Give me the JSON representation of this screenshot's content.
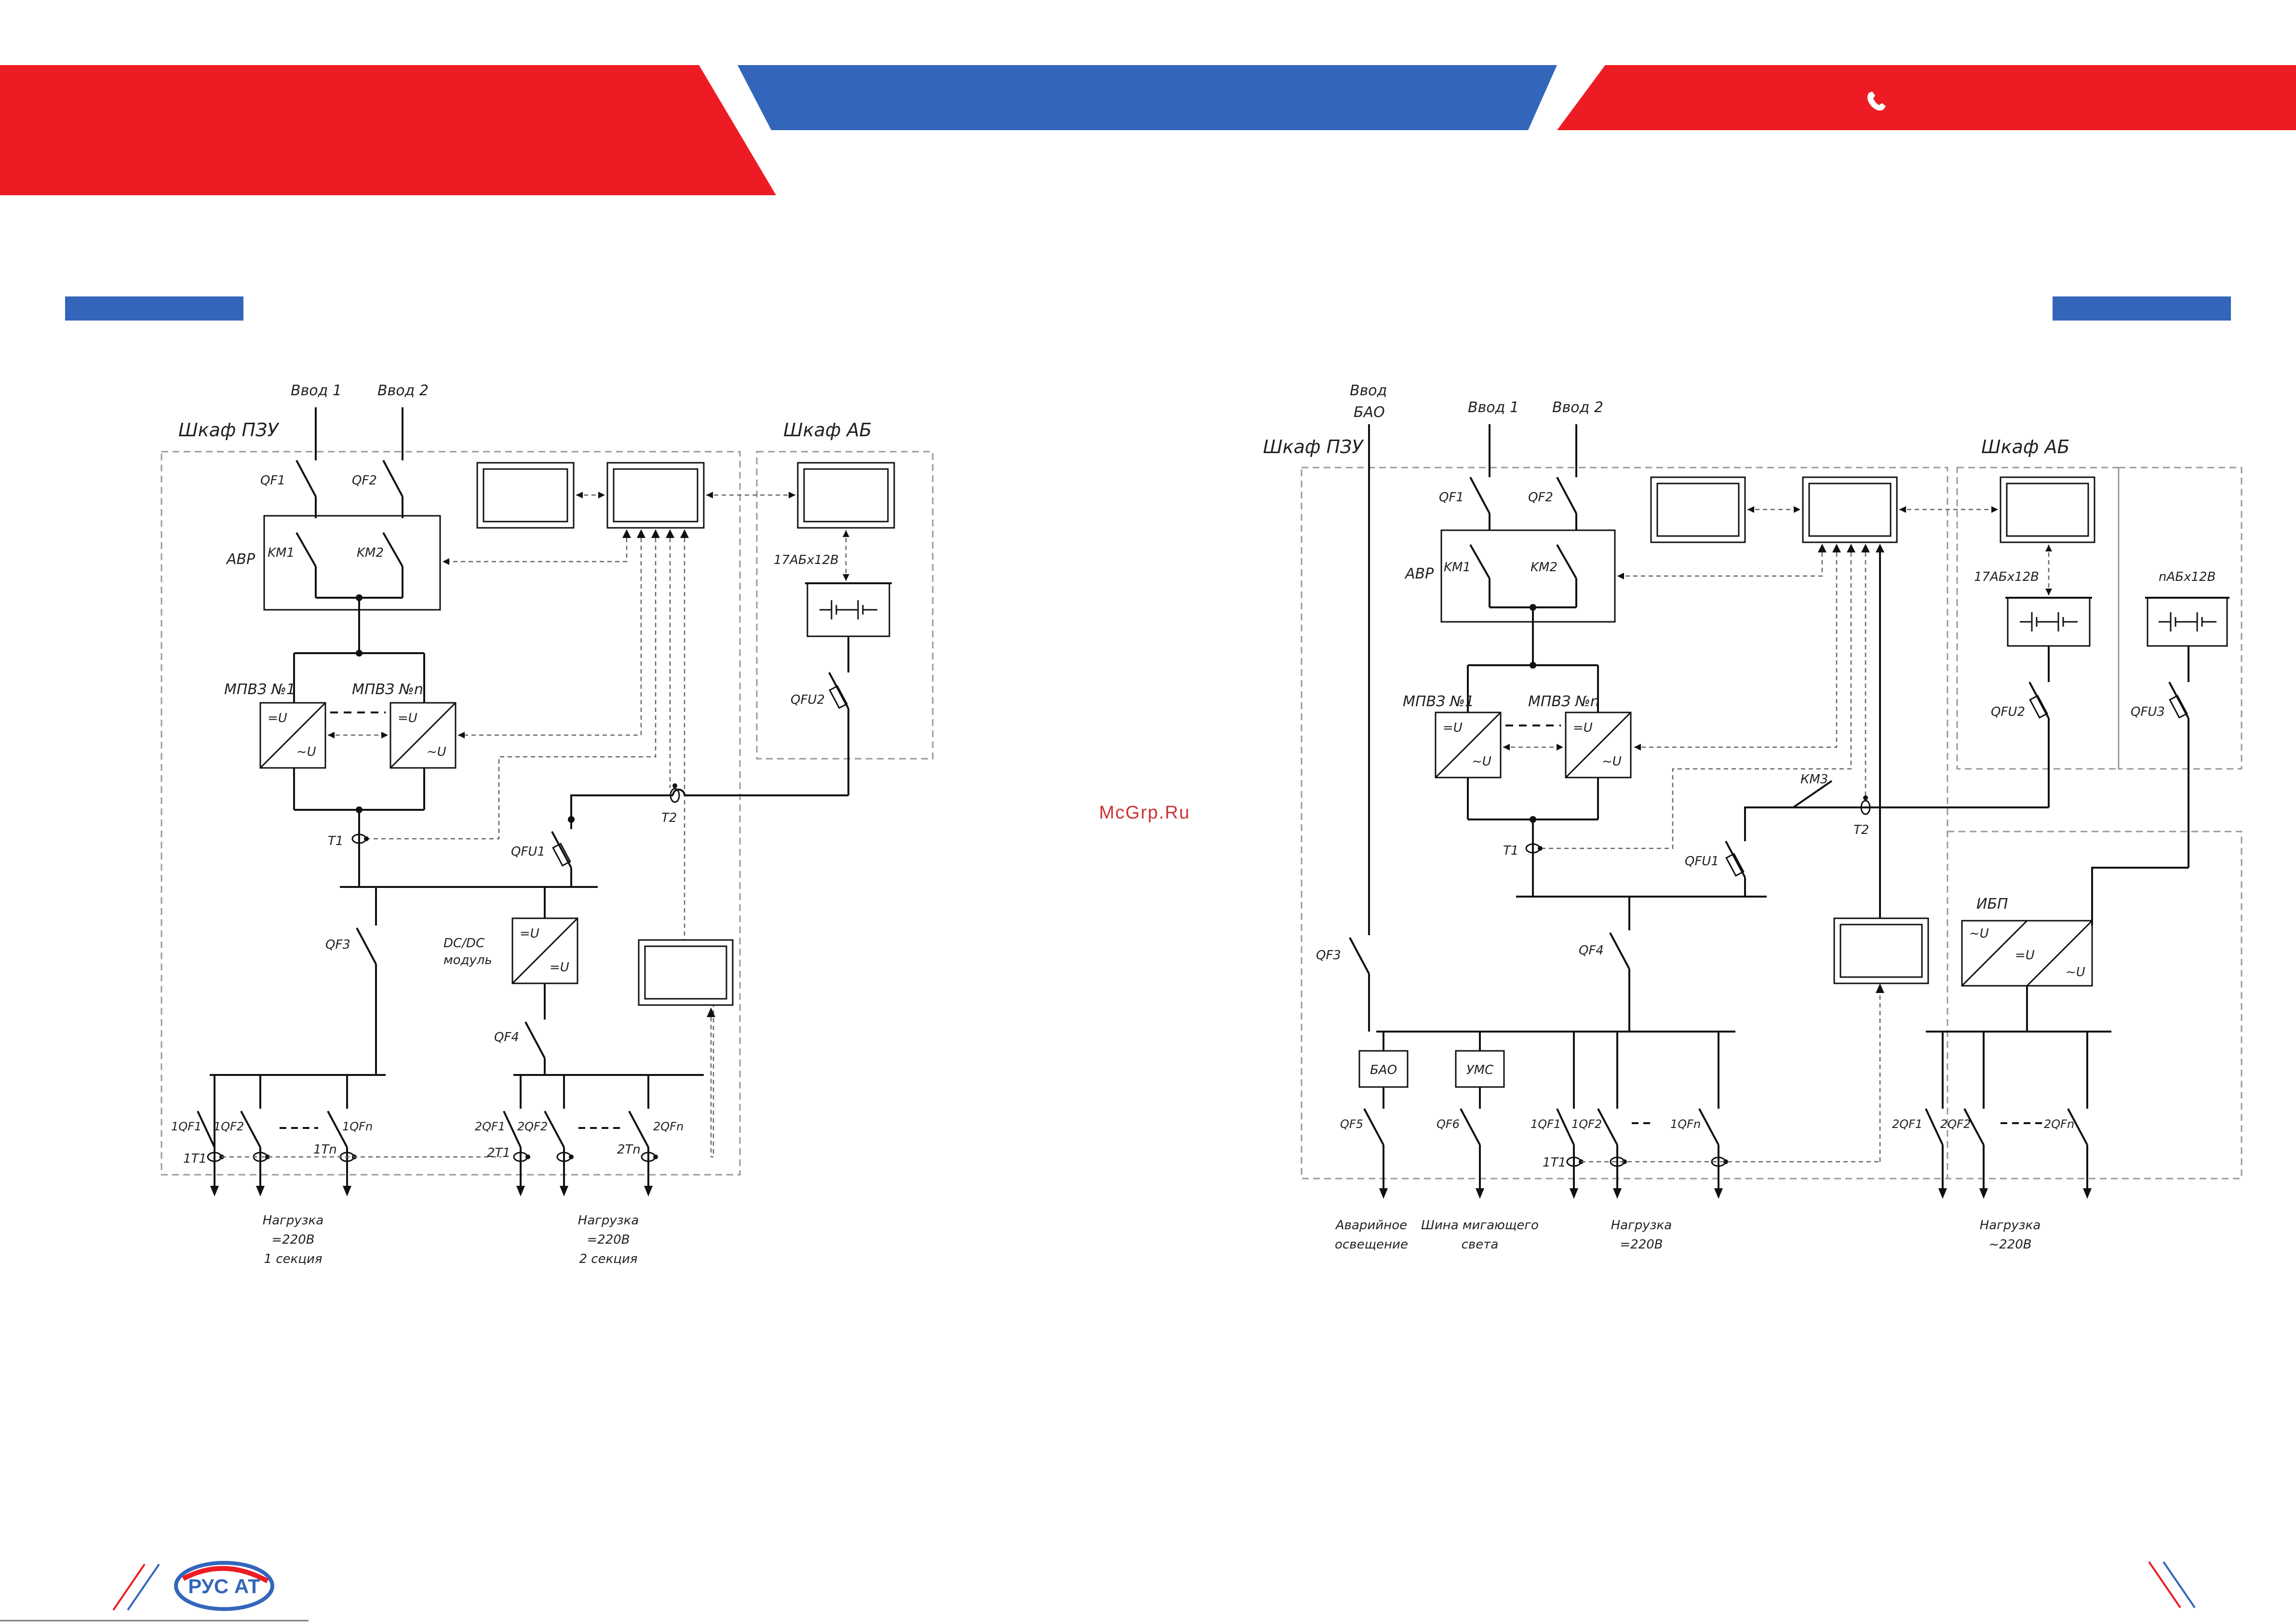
{
  "watermark": "McGrp.Ru",
  "logo": {
    "text": "РУС АТ"
  },
  "colors": {
    "red": "#ed1c24",
    "blue": "#3366bb"
  },
  "icons": {
    "header_phone": "phone-icon"
  },
  "left": {
    "cabinet_pzu": "Шкаф ПЗУ",
    "cabinet_ab": "Шкаф АБ",
    "input1": "Ввод 1",
    "input2": "Ввод 2",
    "qf1": "QF1",
    "qf2": "QF2",
    "avr": "АВР",
    "km1": "KM1",
    "km2": "KM2",
    "mpvz1": "МПВЗ №1",
    "mpvzn": "МПВЗ №n",
    "conv_in": "=U",
    "conv_out": "~U",
    "t1": "T1",
    "t2": "T2",
    "qfu1": "QFU1",
    "qfu2": "QFU2",
    "battery": "17АБх12В",
    "qf3": "QF3",
    "dcdc1": "DC/DC",
    "dcdc2": "модуль",
    "dc_in": "=U",
    "dc_out": "=U",
    "qf4": "QF4",
    "b1": [
      "1QF1",
      "1QF2",
      "1QFn"
    ],
    "t1row": [
      "1T1",
      "1Tn"
    ],
    "b2": [
      "2QF1",
      "2QF2",
      "2QFn"
    ],
    "t2row": [
      "2T1",
      "2Tn"
    ],
    "load1": [
      "Нагрузка",
      "=220В",
      "1 секция"
    ],
    "load2": [
      "Нагрузка",
      "=220В",
      "2 секция"
    ]
  },
  "right": {
    "cabinet_pzu": "Шкаф ПЗУ",
    "cabinet_ab": "Шкаф АБ",
    "input_bao": [
      "Ввод",
      "БАО"
    ],
    "input1": "Ввод 1",
    "input2": "Ввод 2",
    "qf1": "QF1",
    "qf2": "QF2",
    "avr": "АВР",
    "km1": "KM1",
    "km2": "KM2",
    "mpvz1": "МПВЗ №1",
    "mpvzn": "МПВЗ №n",
    "conv_in": "=U",
    "conv_out": "~U",
    "t1": "T1",
    "t2": "T2",
    "km3": "КМ3",
    "qfu1": "QFU1",
    "qfu2": "QFU2",
    "qfu3": "QFU3",
    "battery1": "17АБх12В",
    "battery2": "nАБх12В",
    "ibp": "ИБП",
    "ibp_in": "~U",
    "ibp_mid": "=U",
    "ibp_out": "~U",
    "qf3": "QF3",
    "qf4": "QF4",
    "bao": "БАО",
    "ums": "УМС",
    "qf5": "QF5",
    "qf6": "QF6",
    "b1": [
      "1QF1",
      "1QF2",
      "1QFn"
    ],
    "t1row": [
      "1T1"
    ],
    "b2": [
      "2QF1",
      "2QF2",
      "2QFn"
    ],
    "load_emerg": [
      "Аварийное",
      "освещение"
    ],
    "load_blink": [
      "Шина мигающего",
      "света"
    ],
    "load_dc": [
      "Нагрузка",
      "=220В"
    ],
    "load_ac": [
      "Нагрузка",
      "~220В"
    ]
  }
}
